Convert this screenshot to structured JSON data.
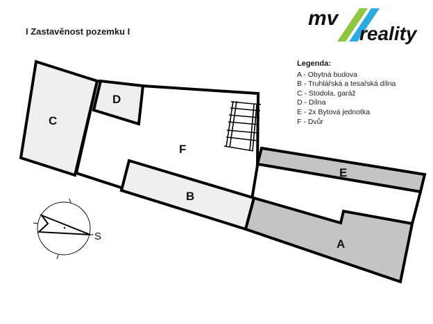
{
  "title": "I Zastavěnost pozemku I",
  "logo": {
    "brand_top": "mv",
    "brand_bottom": "reality",
    "stripe_colors": [
      "#8dc63f",
      "#29abe2"
    ],
    "text_color": "#111111"
  },
  "legend": {
    "title": "Legenda:",
    "items": [
      {
        "key": "A",
        "label": "A - Obytná budova"
      },
      {
        "key": "B",
        "label": "B - Truhlářská a tesařská dílna"
      },
      {
        "key": "C",
        "label": "C - Stodola, garáž"
      },
      {
        "key": "D",
        "label": "D - Dílna"
      },
      {
        "key": "E",
        "label": "E - 2x Bytová jednotka"
      },
      {
        "key": "F",
        "label": "F - Dvůr"
      }
    ]
  },
  "plan": {
    "areas": {
      "A": {
        "label": "A",
        "fill": "#c4c4c4"
      },
      "B": {
        "label": "B",
        "fill": "#efefef"
      },
      "C": {
        "label": "C",
        "fill": "#efefef"
      },
      "D": {
        "label": "D",
        "fill": "#efefef"
      },
      "E": {
        "label": "E",
        "fill": "#c4c4c4"
      },
      "F": {
        "label": "F",
        "fill": "#ffffff"
      }
    }
  },
  "compass": {
    "direction_label": "S"
  }
}
